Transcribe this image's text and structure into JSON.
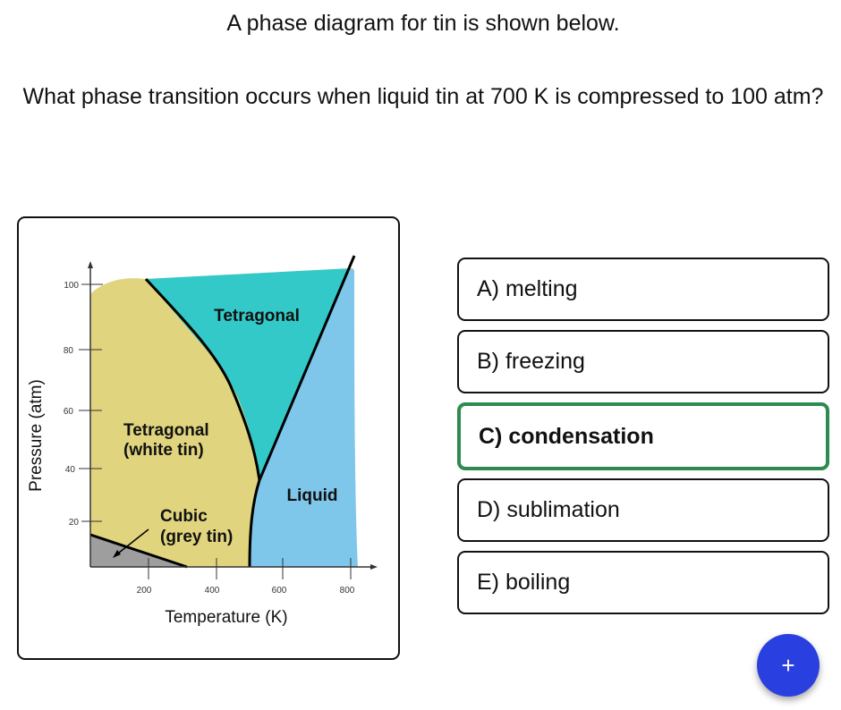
{
  "prompt": {
    "intro": "A phase diagram for tin is shown below.",
    "question": "What phase transition occurs when liquid tin at 700 K is compressed to 100 atm?"
  },
  "figure": {
    "xlabel": "Temperature (K)",
    "ylabel": "Pressure (atm)",
    "x_ticks": [
      "200",
      "400",
      "600",
      "800"
    ],
    "y_ticks": [
      "20",
      "40",
      "60",
      "80",
      "100"
    ],
    "regions": {
      "tetragonal_high": "Tetragonal",
      "white_tin_line1": "Tetragonal",
      "white_tin_line2": "(white tin)",
      "grey_tin_line1": "Cubic",
      "grey_tin_line2": "(grey tin)",
      "liquid": "Liquid"
    },
    "colors": {
      "white_tin": "#e0d47e",
      "tetragonal": "#33c9c9",
      "liquid": "#7ec6ea",
      "grey_tin": "#9e9e9e"
    }
  },
  "options": [
    {
      "label": "A) melting",
      "selected": false
    },
    {
      "label": "B) freezing",
      "selected": false
    },
    {
      "label": "C) condensation",
      "selected": true
    },
    {
      "label": "D) sublimation",
      "selected": false
    },
    {
      "label": "E) boiling",
      "selected": false
    }
  ],
  "fab": {
    "label": "+"
  },
  "colors": {
    "selected_border": "#2e8b50",
    "fab": "#2a3fe0"
  }
}
